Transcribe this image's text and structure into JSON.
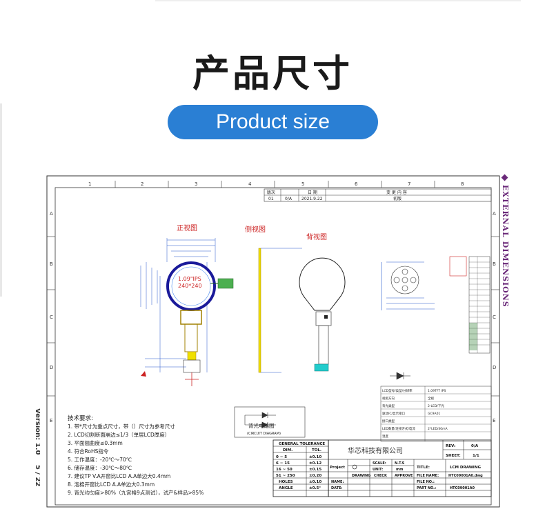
{
  "header": {
    "title_cn": "产品尺寸",
    "subtitle_en": "Product size"
  },
  "side": {
    "version": "Version: 1.0",
    "page": "5 / 22",
    "external": "EXTERNAL DIMENSIONS"
  },
  "drawing": {
    "columns": [
      "1",
      "2",
      "3",
      "4",
      "5",
      "6",
      "7",
      "8"
    ],
    "rows": [
      "A",
      "B",
      "C",
      "D",
      "E"
    ],
    "revision_table": {
      "headers": [
        "版次",
        "",
        "日 期",
        "变 更 内 容"
      ],
      "row": [
        "01",
        "0/A",
        "2021.9.22",
        "初版"
      ]
    },
    "views": {
      "front": "正视图",
      "side": "侧视图",
      "back": "背视图"
    },
    "screen_text_1": "1.09\"IPS",
    "screen_text_2": "240*240",
    "circuit_label_cn": "背光电路图",
    "circuit_label_en": "(CIRCUIT DIAGRAM)",
    "tech_req": {
      "title": "技术要求:",
      "items": [
        "1. 带*尺寸为重点尺寸，带（）尺寸为参考尺寸",
        "2. LCD切割断面崩边≤1/3（单层LCD厚度）",
        "3. 平面翘曲度≤0.3mm",
        "4. 符合RoHS指令",
        "5. 工作温度：-20℃～70℃",
        "6. 储存温度：-30℃～80℃",
        "7. 建议TP V.A开窗比LCD A.A单边大0.4mm",
        "8. 泡棉开窗比LCD A.A单边大0.3mm",
        "9. 背光均匀度>80%（九宫格9点测试），试产&样品>85%"
      ]
    },
    "spec_table": [
      [
        "LCD型号/类型/分辨率",
        "1.09TFT IPS"
      ],
      [
        "视角方向",
        "全视"
      ],
      [
        "背光类型",
        "2-LED/下光"
      ],
      [
        "驱动IC/显示接口",
        "GC9A01"
      ],
      [
        "接口类型",
        ""
      ],
      [
        "LED数量/连接方式/电流",
        "2*LED/40mA"
      ],
      [
        "温度",
        ""
      ]
    ],
    "tolerance": {
      "title": "GENERAL TOLERANCE",
      "headers": [
        "DIM.",
        "TOL."
      ],
      "rows": [
        [
          "0 ~ 5",
          "±0.10"
        ],
        [
          "6 ~ 15",
          "±0.12"
        ],
        [
          "16 ~ 50",
          "±0.15"
        ],
        [
          "51 ~ 250",
          "±0.20"
        ],
        [
          "HOLES",
          "±0.10"
        ],
        [
          "ANGLE",
          "±0.5°"
        ]
      ]
    },
    "title_block": {
      "company": "华芯科技有限公司",
      "rev_label": "REV:",
      "rev": "0/A",
      "sheet_label": "SHEET:",
      "sheet": "1/1",
      "project_label": "Project",
      "scale_label": "SCALE:",
      "scale": "N.T.S",
      "unit_label": "UNIT:",
      "unit": "mm",
      "title_label": "TITLE:",
      "title": "LCM DRAWING",
      "name_label": "NAME:",
      "drawing_label": "DRAWING",
      "check_label": "CHECK",
      "approve_label": "APPROVE",
      "file_name_label": "FILE NAME:",
      "file_name": "HTC09001A0.dwg",
      "file_no_label": "FILE NO.:",
      "date_label": "DATE:",
      "part_no_label": "PART NO.:",
      "part_no": "HTC09001A0"
    }
  }
}
